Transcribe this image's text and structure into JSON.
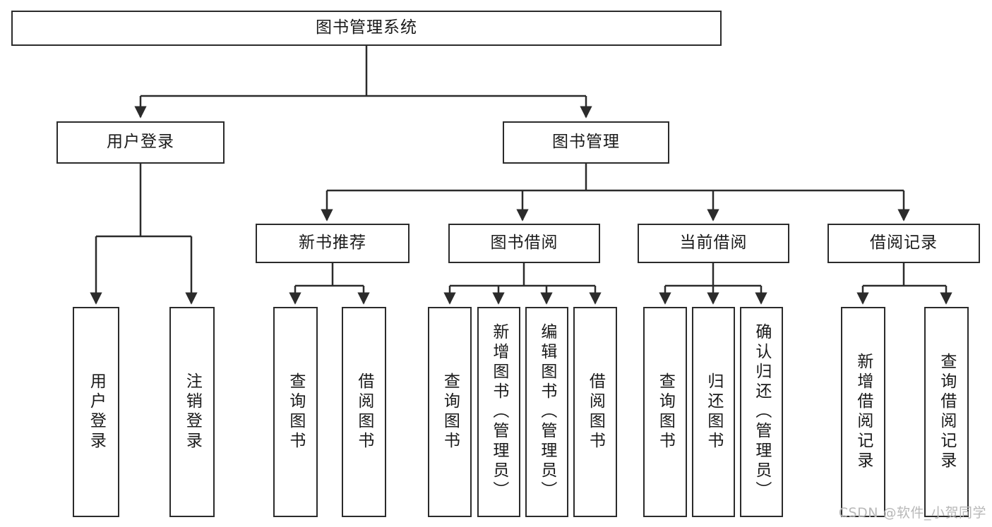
{
  "diagram": {
    "title": "图书管理系统",
    "theme": {
      "border_color": "#2b2b2b",
      "fill_color": "#ffffff",
      "text_color": "#1a1a1a",
      "line_color": "#2b2b2b",
      "watermark_color": "#b8b8b8"
    },
    "nodes": {
      "root": {
        "label": "图书管理系统"
      },
      "level2": [
        {
          "label": "用户登录"
        },
        {
          "label": "图书管理"
        }
      ],
      "level3": [
        {
          "label": "新书推荐"
        },
        {
          "label": "图书借阅"
        },
        {
          "label": "当前借阅"
        },
        {
          "label": "借阅记录"
        }
      ],
      "leaves": [
        {
          "label": "用户登录"
        },
        {
          "label": "注销登录"
        },
        {
          "label": "查询图书"
        },
        {
          "label": "借阅图书"
        },
        {
          "label": "查询图书"
        },
        {
          "label": "新增图书（管理员）"
        },
        {
          "label": "编辑图书（管理员）"
        },
        {
          "label": "借阅图书"
        },
        {
          "label": "查询图书"
        },
        {
          "label": "归还图书"
        },
        {
          "label": "确认归还（管理员）"
        },
        {
          "label": "新增借阅记录"
        },
        {
          "label": "查询借阅记录"
        }
      ]
    },
    "watermark": "CSDN @软件_小贺同学"
  }
}
